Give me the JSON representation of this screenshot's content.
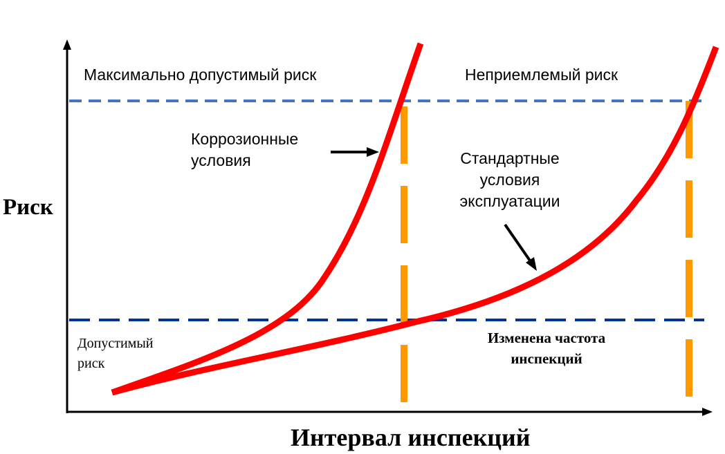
{
  "diagram": {
    "y_axis_label": "Риск",
    "x_axis_label": "Интервал инспекций",
    "zones": {
      "upper": "Максимально допустимый риск",
      "upper_right": "Неприемлемый риск",
      "lower": [
        "Допустимый",
        "риск"
      ]
    },
    "curves": {
      "corrosive": {
        "label": [
          "Коррозионные",
          "условия"
        ],
        "color": "#ff0000"
      },
      "standard": {
        "label": [
          "Стандартные",
          "условия",
          "эксплуатации"
        ],
        "color": "#ff0000"
      }
    },
    "annotation_changed": [
      "Изменена частота",
      "инспекций"
    ],
    "thresholds": {
      "max_allowable_color": "#4472c4",
      "allowable_color": "#003399"
    },
    "interval_markers_color": "#ff9900",
    "axis_color": "#000000"
  }
}
